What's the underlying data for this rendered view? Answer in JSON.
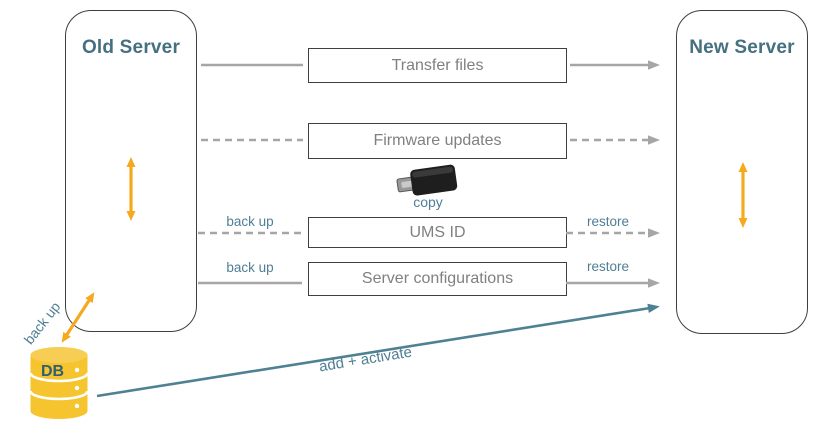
{
  "old_server": {
    "title": "Old Server"
  },
  "new_server": {
    "title": "New Server"
  },
  "transfers": [
    {
      "box": "Transfer files",
      "line_style": "solid",
      "left_label": "",
      "right_label": ""
    },
    {
      "box": "Firmware updates",
      "line_style": "dashed",
      "left_label": "",
      "right_label": ""
    },
    {
      "box": "UMS ID",
      "line_style": "dashed",
      "left_label": "back up",
      "right_label": "restore"
    },
    {
      "box": "Server configurations",
      "line_style": "solid",
      "left_label": "back up",
      "right_label": "restore"
    }
  ],
  "usb": {
    "caption": "copy"
  },
  "database": {
    "label": "DB",
    "arrow_label": "back up"
  },
  "migration_arrow": {
    "label": "add + activate"
  },
  "icons": {
    "app": "igel-app-icon",
    "app_gear": "igel-app-gear-icon",
    "usb": "usb-stick-icon",
    "db": "database-icon"
  },
  "colors": {
    "title_teal": "#45707F",
    "label_teal": "#4F7E95",
    "arrow_teal": "#4E8192",
    "line_gray": "#A6A6A6",
    "box_border": "#3F3F3F",
    "box_text": "#808080",
    "orange": "#F5A91F",
    "icon_yellow": "#F4C91F",
    "db_yellow": "#F6C42E"
  }
}
